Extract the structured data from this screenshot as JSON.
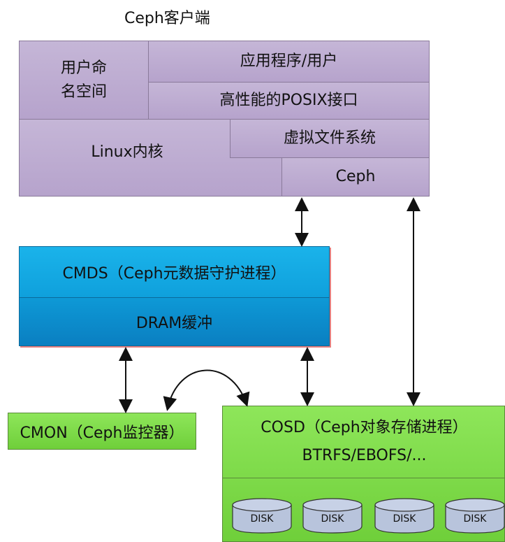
{
  "client": {
    "title": "Ceph客户端",
    "user_namespace": "用户命\n名空间",
    "app_user": "应用程序/用户",
    "posix": "高性能的POSIX接口",
    "linux_kernel": "Linux内核",
    "vfs": "虚拟文件系统",
    "ceph": "Ceph"
  },
  "cmds": {
    "label": "CMDS（Ceph元数据守护进程）",
    "dram": "DRAM缓冲"
  },
  "cmon": {
    "label": "CMON（Ceph监控器）"
  },
  "cosd": {
    "label": "COSD（Ceph对象存储进程）",
    "fs": "BTRFS/EBOFS/...",
    "disks": [
      "DISK",
      "DISK",
      "DISK",
      "DISK"
    ]
  },
  "colors": {
    "purple": "#b9a7cf",
    "blue": "#0e9ad7",
    "green": "#7bd94a",
    "disk": "#b8c4dc"
  }
}
